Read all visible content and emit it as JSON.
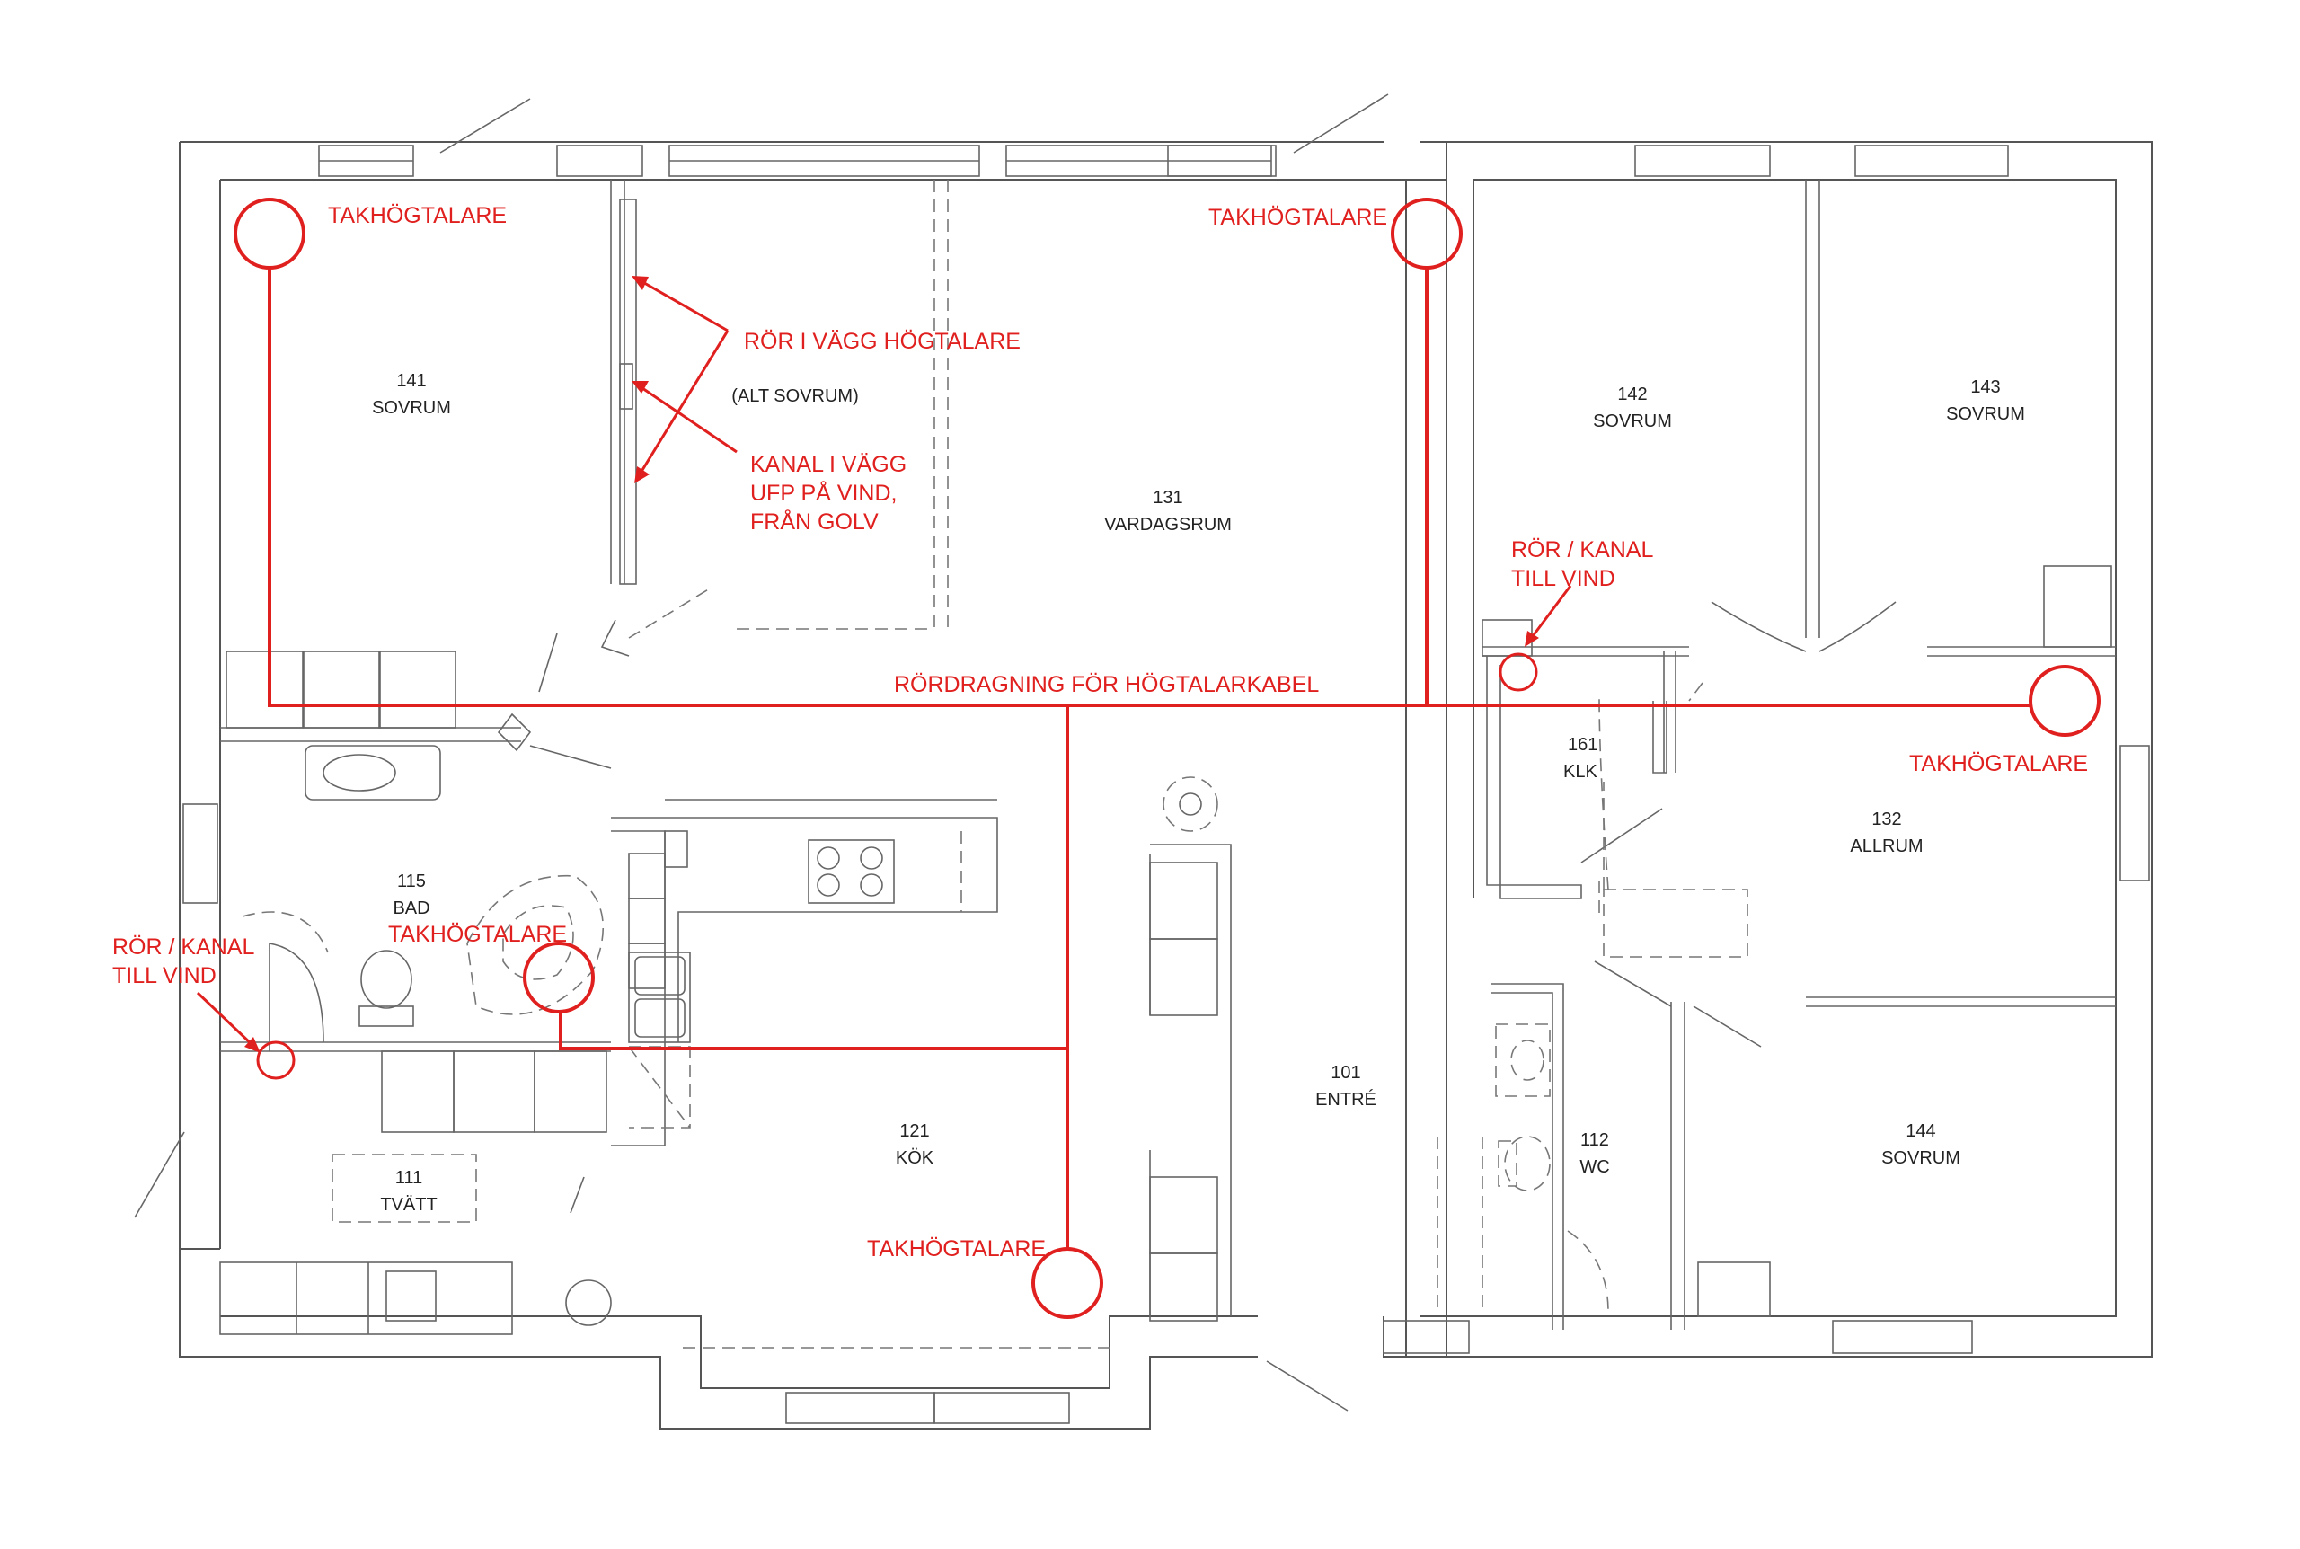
{
  "rooms": {
    "r141": {
      "number": "141",
      "name": "SOVRUM"
    },
    "r131": {
      "number": "131",
      "name": "VARDAGSRUM",
      "alt": "(ALT  SOVRUM)"
    },
    "r142": {
      "number": "142",
      "name": "SOVRUM"
    },
    "r143": {
      "number": "143",
      "name": "SOVRUM"
    },
    "r161": {
      "number": "161",
      "name": "KLK"
    },
    "r132": {
      "number": "132",
      "name": "ALLRUM"
    },
    "r115": {
      "number": "115",
      "name": "BAD"
    },
    "r101": {
      "number": "101",
      "name": "ENTRÉ"
    },
    "r121": {
      "number": "121",
      "name": "KÖK"
    },
    "r112": {
      "number": "112",
      "name": "WC"
    },
    "r144": {
      "number": "144",
      "name": "SOVRUM"
    },
    "r111": {
      "number": "111",
      "name": "TVÄTT"
    }
  },
  "annotations": {
    "speaker_141": "TAKHÖGTALARE",
    "speaker_131": "TAKHÖGTALARE",
    "speaker_132": "TAKHÖGTALARE",
    "speaker_115": "TAKHÖGTALARE",
    "speaker_121": "TAKHÖGTALARE",
    "wall_pipe": "RÖR I VÄGG HÖGTALARE",
    "wall_duct_1": "KANAL I VÄGG",
    "wall_duct_2": "UFP PÅ VIND,",
    "wall_duct_3": "FRÅN GOLV",
    "duct_attic_right_1": "RÖR / KANAL",
    "duct_attic_right_2": "TILL VIND",
    "duct_attic_left_1": "RÖR / KANAL",
    "duct_attic_left_2": "TILL VIND",
    "cable_route": "RÖRDRAGNING FÖR HÖGTALARKABEL"
  },
  "colors": {
    "annotation": "#e0201e",
    "walls": "#555555"
  }
}
